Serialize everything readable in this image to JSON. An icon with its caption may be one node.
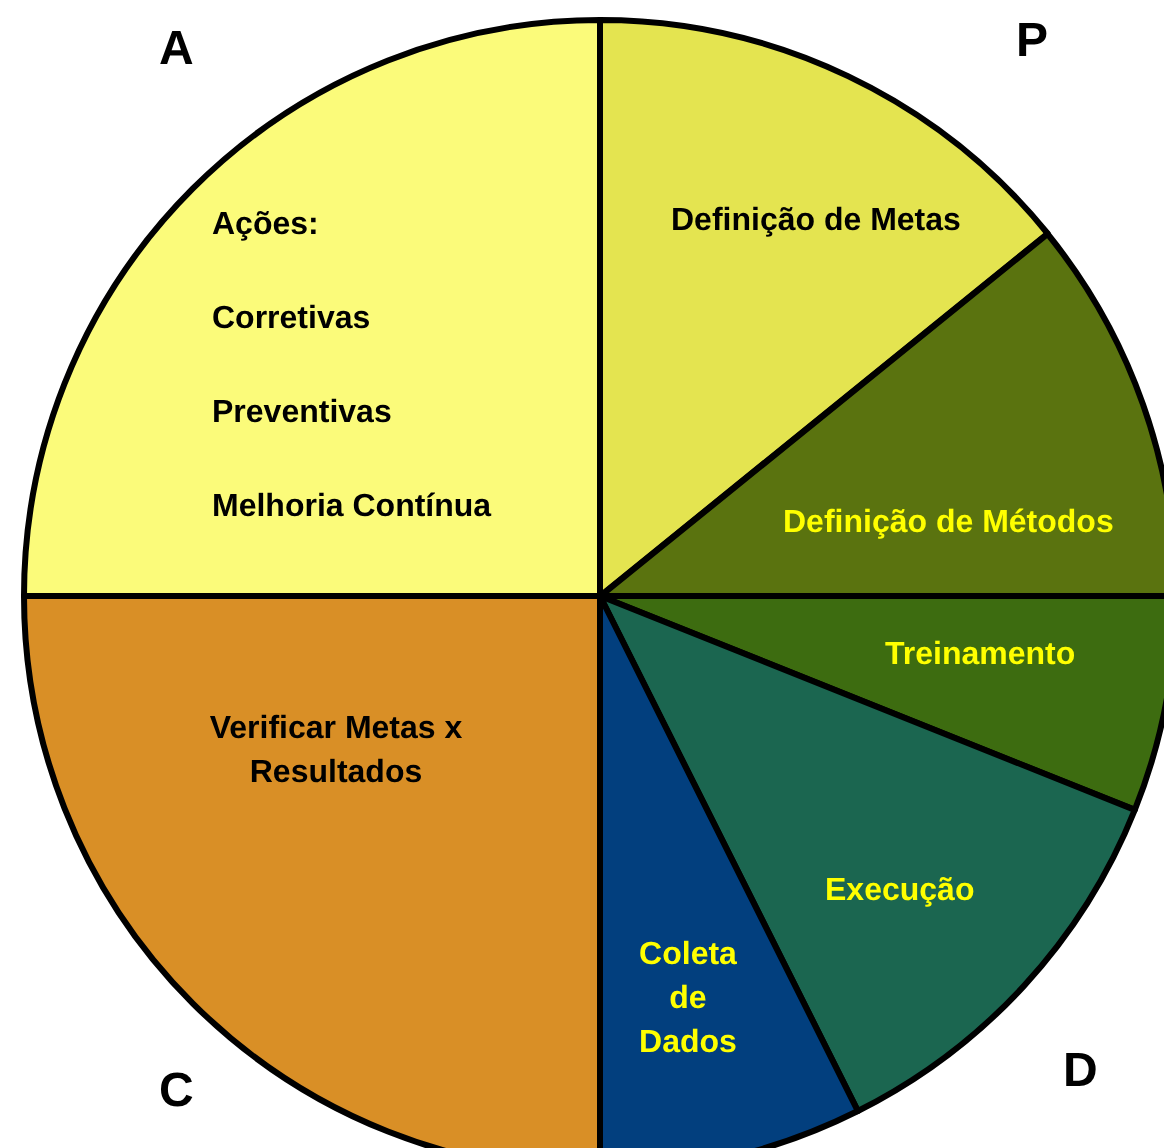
{
  "diagram": {
    "nodes": [
      {
        "text": [
          "Ações:",
          "Corretivas",
          "Preventivas",
          "Melhoria Contínua"
        ]
      },
      {
        "text": [
          "Definição de Metas"
        ]
      },
      {
        "text": [
          "Definição de Métodos"
        ]
      },
      {
        "text": [
          "Treinamento"
        ]
      },
      {
        "text": [
          "Execução"
        ]
      },
      {
        "text": [
          "Coleta de Dados"
        ]
      },
      {
        "text": [
          "Verificar Metas x Resultados"
        ]
      }
    ],
    "labels": [
      "A",
      "P",
      "C",
      "D"
    ]
  }
}
